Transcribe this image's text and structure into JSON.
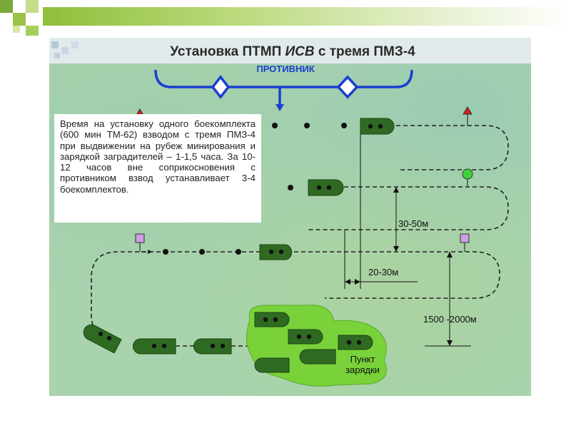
{
  "header": {
    "title_prefix": "Установка ПТМП",
    "title_italic": "ИСВ",
    "title_suffix": "с тремя ПМЗ-4"
  },
  "enemy_label": "ПРОТИВНИК",
  "info_text": "Время на установку одного боекомплекта (600 мин ТМ-62) взводом с тремя ПМЗ-4 при выдвижении на рубеж минирования и зарядкой заградителей – 1-1,5 часа. За 10-12 часов вне соприкосновения с противником взвод устанавливает 3-4 боекомплектов.",
  "dimensions": {
    "row_spacing": "30-50м",
    "mine_offset": "20-30м",
    "lane_length": "1500 -2000м"
  },
  "charging_point": {
    "line1": "Пункт",
    "line2": "зарядки"
  },
  "colors": {
    "vehicle": "#2f6a22",
    "charging_area": "#7ad23a",
    "enemy_line": "#1a3fd0",
    "marker_red": "#d42020",
    "marker_green": "#3cd23c",
    "marker_violet": "#c9a0e0"
  }
}
